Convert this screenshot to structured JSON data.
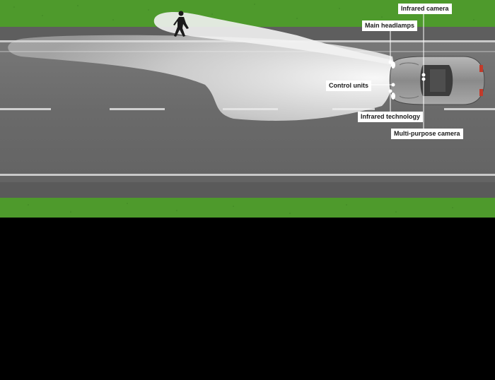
{
  "labels": {
    "infrared_camera": "Infrared camera",
    "main_headlamps": "Main headlamps",
    "control_units": "Control units",
    "infrared_technology": "Infrared technology",
    "multi_purpose_camera": "Multi-purpose camera"
  },
  "colors": {
    "grass": "#4e9a2c",
    "road": "#6b6b6b",
    "lane_marking": "#d0d0d0",
    "light_beam": "#e6e6e6",
    "car_body": "#8c8c8c",
    "background": "#000000",
    "label_bg": "#ffffff",
    "label_text": "#1a1a1a"
  },
  "icons": {
    "pedestrian": "pedestrian-icon",
    "car": "car-icon"
  }
}
